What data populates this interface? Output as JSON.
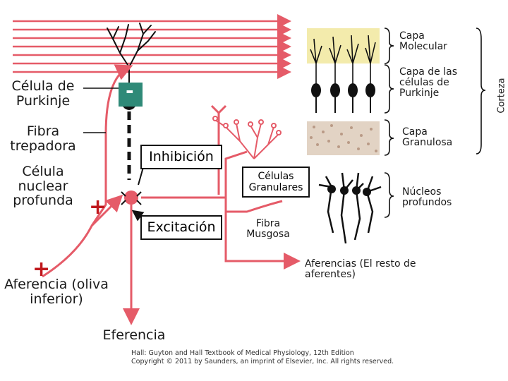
{
  "labels": {
    "purkinje_cell": "Célula de Purkinje",
    "climbing_fiber": "Fibra trepadora",
    "deep_nuclear_cell": "Célula nuclear profunda",
    "afferent_olive": "Aferencia (oliva inferior)",
    "efferent": "Eferencia",
    "inhibition": "Inhibición",
    "excitation": "Excitación",
    "granule_cells": "Células Granulares",
    "mossy_fiber": "Fibra Musgosa",
    "other_afferents": "Aferencias (El resto de aferentes)"
  },
  "legend": {
    "molecular_layer": "Capa Molecular",
    "purkinje_layer": "Capa de las células de Purkinje",
    "granular_layer": "Capa Granulosa",
    "deep_nuclei": "Núcleos profundos",
    "cortex": "Corteza"
  },
  "signs": {
    "minus": "-",
    "plus": "+"
  },
  "credit": {
    "line1": "Hall: Guyton and Hall Textbook of Medical Physiology, 12th Edition",
    "line2": "Copyright © 2011 by Saunders, an imprint of Elsevier, Inc. All rights reserved."
  },
  "colors": {
    "neuron": "#e55b68",
    "neuron_light": "#f09aa2",
    "inhibit_box": "#2f8a78",
    "sign_red": "#d8202a",
    "molecular_bg": "#f3ebac",
    "granular_bg": "#e2d3c4",
    "black": "#111111"
  }
}
